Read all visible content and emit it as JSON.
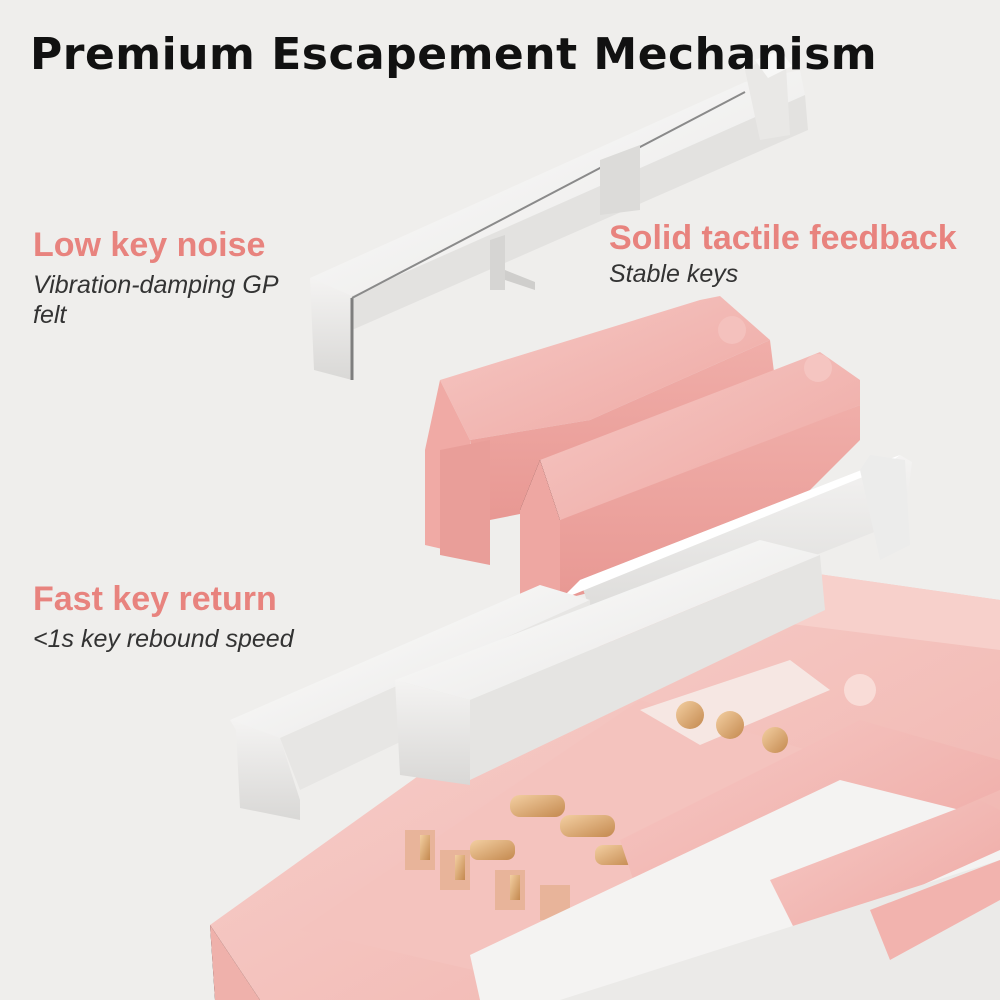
{
  "title": "Premium Escapement Mechanism",
  "features": [
    {
      "heading": "Low key noise",
      "detail": "Vibration-damping GP felt"
    },
    {
      "heading": "Solid tactile feedback",
      "detail": "Stable keys"
    },
    {
      "heading": "Fast key return",
      "detail": "<1s key rebound speed"
    }
  ],
  "colors": {
    "background": "#efeeec",
    "accent_text": "#e8837e",
    "pink_part": "#f2b4b0",
    "white_part": "#f3f2f1",
    "copper": "#d9a26e"
  },
  "illustration": "exploded piano key escapement mechanism"
}
